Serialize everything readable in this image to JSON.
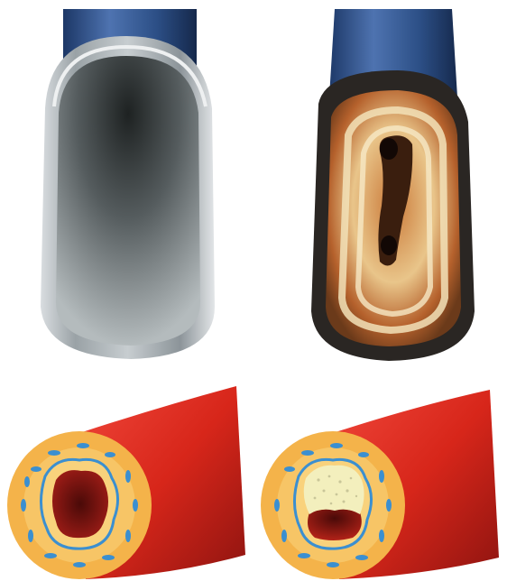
{
  "figure": {
    "panels": [
      {
        "id": "pipe-clean",
        "subject": "clean-pipe"
      },
      {
        "id": "pipe-clogged",
        "subject": "clogged-pipe"
      },
      {
        "id": "artery-healthy",
        "subject": "healthy-artery"
      },
      {
        "id": "artery-blocked",
        "subject": "blocked-artery"
      }
    ],
    "colors": {
      "pipe_blue": "#2c4f86",
      "pipe_metal": "#b9c0c4",
      "pipe_interior_dark": "#3a3f3f",
      "deposit_orange": "#b5612c",
      "deposit_cream": "#f2e2b8",
      "artery_red": "#d7261a",
      "artery_wall_orange": "#f4b34a",
      "cell_blue": "#3b8fd0",
      "plaque_cream": "#f3efbd"
    }
  }
}
